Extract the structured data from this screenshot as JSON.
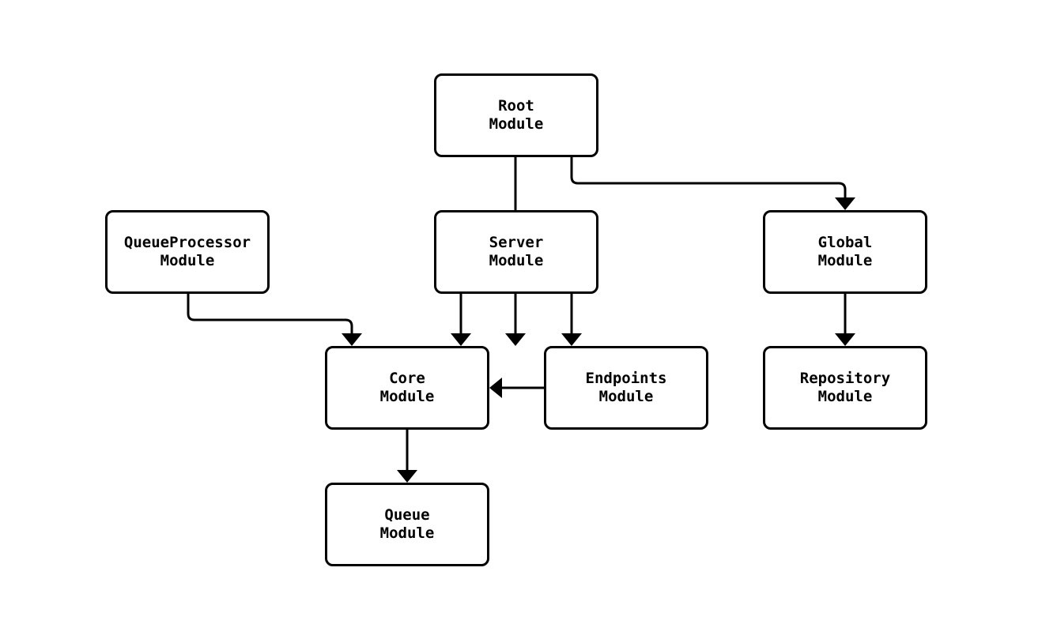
{
  "diagram": {
    "background_color": "#ffffff",
    "node_border_color": "#000000",
    "node_fill_color": "#ffffff",
    "edge_color": "#000000",
    "nodes": {
      "root": {
        "line1": "Root",
        "line2": "Module"
      },
      "queue_processor": {
        "line1": "QueueProcessor",
        "line2": "Module"
      },
      "server": {
        "line1": "Server",
        "line2": "Module"
      },
      "global": {
        "line1": "Global",
        "line2": "Module"
      },
      "core": {
        "line1": "Core",
        "line2": "Module"
      },
      "endpoints": {
        "line1": "Endpoints",
        "line2": "Module"
      },
      "repository": {
        "line1": "Repository",
        "line2": "Module"
      },
      "queue": {
        "line1": "Queue",
        "line2": "Module"
      }
    },
    "edges": [
      {
        "from": "Root Module",
        "to": "Server Module"
      },
      {
        "from": "Root Module",
        "to": "Global Module"
      },
      {
        "from": "QueueProcessor Module",
        "to": "Core Module"
      },
      {
        "from": "Server Module",
        "to": "Core Module"
      },
      {
        "from": "Server Module",
        "to": "Endpoints Module"
      },
      {
        "from": "Endpoints Module",
        "to": "Core Module"
      },
      {
        "from": "Global Module",
        "to": "Repository Module"
      },
      {
        "from": "Core Module",
        "to": "Queue Module"
      }
    ]
  }
}
